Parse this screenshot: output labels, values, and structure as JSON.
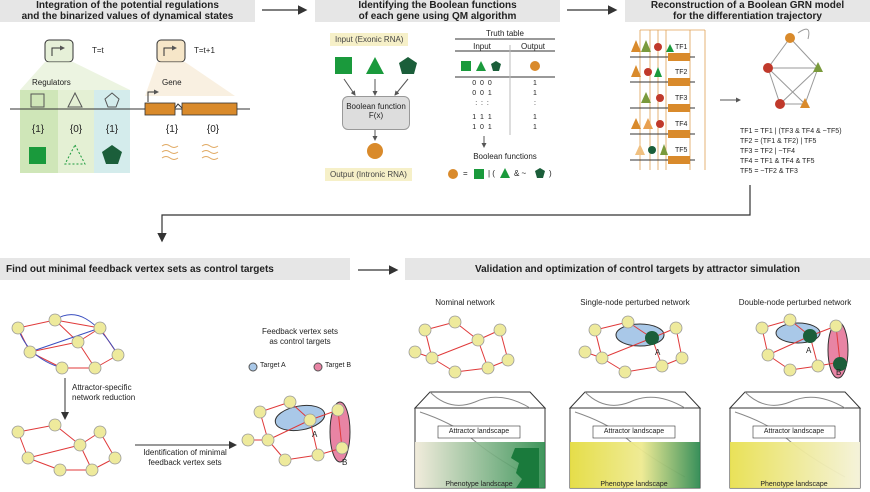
{
  "panel_d": {
    "title_l1": "Integration of the potential regulations",
    "title_l2": "and the binarized values of dynamical states",
    "t_label": "T=t",
    "t1_label": "T=t+1",
    "regulators": "Regulators",
    "gene": "Gene",
    "val1": "{1}",
    "val2": "{0}",
    "val3": "{1}",
    "val4": "{1}",
    "val5": "{0}"
  },
  "panel_e": {
    "title_l1": "Identifying the Boolean functions",
    "title_l2": "of each gene using QM algorithm",
    "input": "Input (Exonic RNA)",
    "bool_fn_l1": "Boolean function",
    "bool_fn_l2": "F(x)",
    "output": "Output (Intronic RNA)",
    "truth_table": "Truth table",
    "tt_input": "Input",
    "tt_output": "Output",
    "rows": [
      "0  0  0",
      "0  0  1",
      ":  :  :",
      "1  1  1",
      "1  0  1"
    ],
    "outs": [
      "1",
      "1",
      ":",
      "1",
      "1"
    ],
    "boolean_functions": "Boolean functions",
    "formula": "= ■ | ( ▲ & ~ ⬟ )"
  },
  "panel_f": {
    "title_l1": "Reconstruction of a Boolean GRN model",
    "title_l2": "for the differentiation trajectory",
    "tf_labels": [
      "TF1",
      "TF2",
      "TF3",
      "TF4",
      "TF5"
    ],
    "equations": [
      "TF1 = TF1 | (TF3 & TF4 & ~TF5)",
      "TF2 = (TF1 & TF2) | TF5",
      "TF3 = TF2 | ~TF4",
      "TF4 = TF1 & TF4 & TF5",
      "TF5 = ~TF2 & TF3"
    ]
  },
  "panel_g": {
    "title": "Find out minimal feedback vertex sets as control targets",
    "fvs_l1": "Feedback vertex sets",
    "fvs_l2": "as control targets",
    "target_a": "Target A",
    "target_b": "Target B",
    "reduction_l1": "Attractor-specific",
    "reduction_l2": "network reduction",
    "ident_l1": "Identification of minimal",
    "ident_l2": "feedback vertex sets",
    "a": "A",
    "b": "B"
  },
  "panel_h": {
    "title": "Validation and optimization of control targets by attractor simulation",
    "nominal": "Nominal network",
    "single": "Single-node perturbed network",
    "double": "Double-node perturbed network",
    "attractor": "Attractor landscape",
    "phenotype": "Phenotype landscape",
    "a": "A",
    "b": "B"
  },
  "colors": {
    "green": "#1a9a3c",
    "dark_green": "#1b5e3a",
    "orange": "#d98a2b",
    "node": "#eeeaa0",
    "red_edge": "#e03a3a",
    "blue_edge": "#3a4ec0",
    "target_a": "#a9c8e8",
    "target_b": "#e884a4"
  }
}
